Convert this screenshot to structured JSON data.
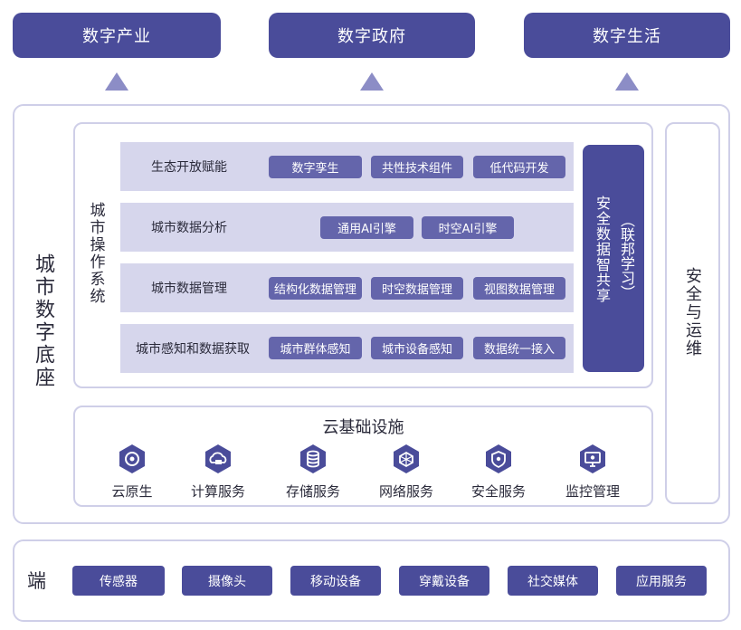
{
  "top": [
    "数字产业",
    "数字政府",
    "数字生活"
  ],
  "base_title": "城市数字底座",
  "os": {
    "title": "城市操作系统",
    "rows": [
      {
        "label": "生态开放赋能",
        "chips": [
          "数字孪生",
          "共性技术组件",
          "低代码开发"
        ]
      },
      {
        "label": "城市数据分析",
        "chips": [
          "通用AI引擎",
          "时空AI引擎"
        ]
      },
      {
        "label": "城市数据管理",
        "chips": [
          "结构化数据管理",
          "时空数据管理",
          "视图数据管理"
        ]
      },
      {
        "label": "城市感知和数据获取",
        "chips": [
          "城市群体感知",
          "城市设备感知",
          "数据统一接入"
        ]
      }
    ],
    "share_main": "安全数据智共享",
    "share_sub": "（联邦学习）"
  },
  "security": "安全与运维",
  "cloud": {
    "title": "云基础设施",
    "items": [
      {
        "label": "云原生",
        "icon": "cloud-native-icon"
      },
      {
        "label": "计算服务",
        "icon": "cloud-compute-icon"
      },
      {
        "label": "存储服务",
        "icon": "database-icon"
      },
      {
        "label": "网络服务",
        "icon": "network-icon"
      },
      {
        "label": "安全服务",
        "icon": "shield-icon"
      },
      {
        "label": "监控管理",
        "icon": "monitor-icon"
      }
    ]
  },
  "terminal": {
    "label": "端",
    "items": [
      "传感器",
      "摄像头",
      "移动设备",
      "穿戴设备",
      "社交媒体",
      "应用服务"
    ]
  },
  "colors": {
    "primary": "#4a4c9a",
    "chip": "#6465ab",
    "row": "#d6d6ec",
    "border": "#cfcfe8",
    "arrow": "#8c8dc6"
  }
}
